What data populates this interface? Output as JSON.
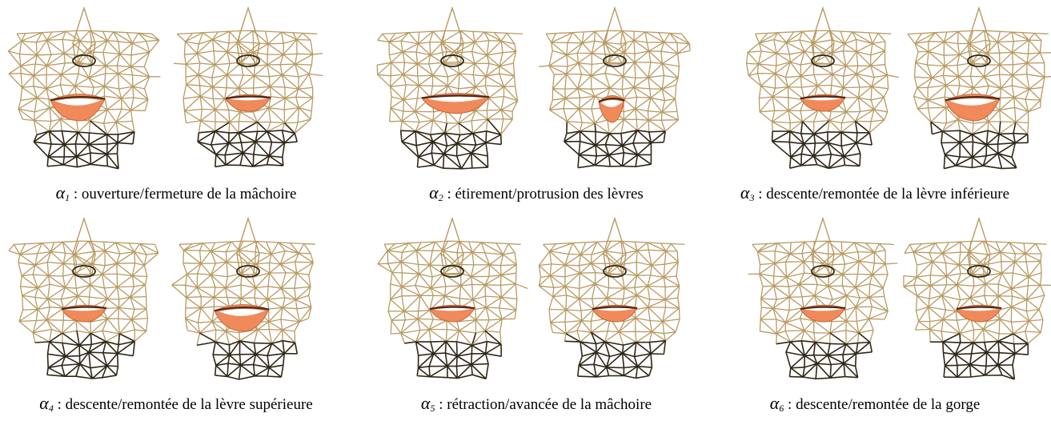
{
  "colors": {
    "mesh": "#b89a62",
    "mesh_dark": "#2f2716",
    "lips": "#f08a5a",
    "teeth": "#ffffff"
  },
  "panels": [
    {
      "symbol": "α",
      "index": "1",
      "text": " : ouverture/fermeture de la mâchoire",
      "mouths": [
        "open",
        "small"
      ]
    },
    {
      "symbol": "α",
      "index": "2",
      "text": " : étirement/protrusion des lèvres",
      "mouths": [
        "wide",
        "round"
      ]
    },
    {
      "symbol": "α",
      "index": "3",
      "text": " : descente/remontée de la lèvre inférieure",
      "mouths": [
        "small",
        "open"
      ]
    },
    {
      "symbol": "α",
      "index": "4",
      "text": " : descente/remontée de la lèvre supérieure",
      "mouths": [
        "small",
        "open"
      ]
    },
    {
      "symbol": "α",
      "index": "5",
      "text": " : rétraction/avancée de la mâchoire",
      "mouths": [
        "small",
        "small"
      ]
    },
    {
      "symbol": "α",
      "index": "6",
      "text": " : descente/remontée de la gorge",
      "mouths": [
        "small",
        "small"
      ]
    }
  ]
}
